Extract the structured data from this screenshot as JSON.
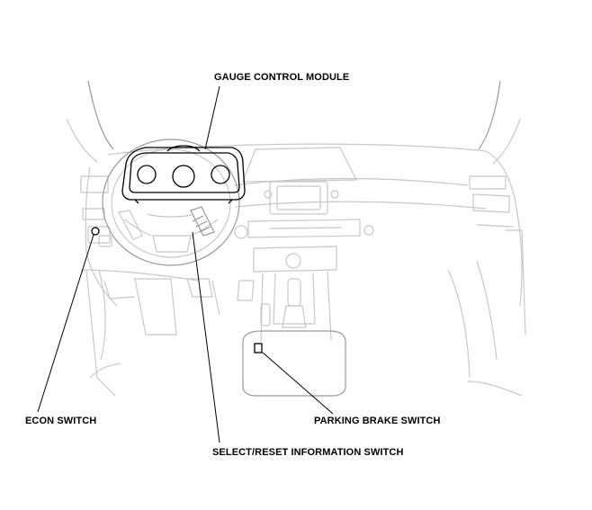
{
  "labels": {
    "gauge_control_module": "GAUGE CONTROL MODULE",
    "econ_switch": "ECON SWITCH",
    "parking_brake_switch": "PARKING BRAKE SWITCH",
    "select_reset_switch": "SELECT/RESET INFORMATION SWITCH"
  }
}
